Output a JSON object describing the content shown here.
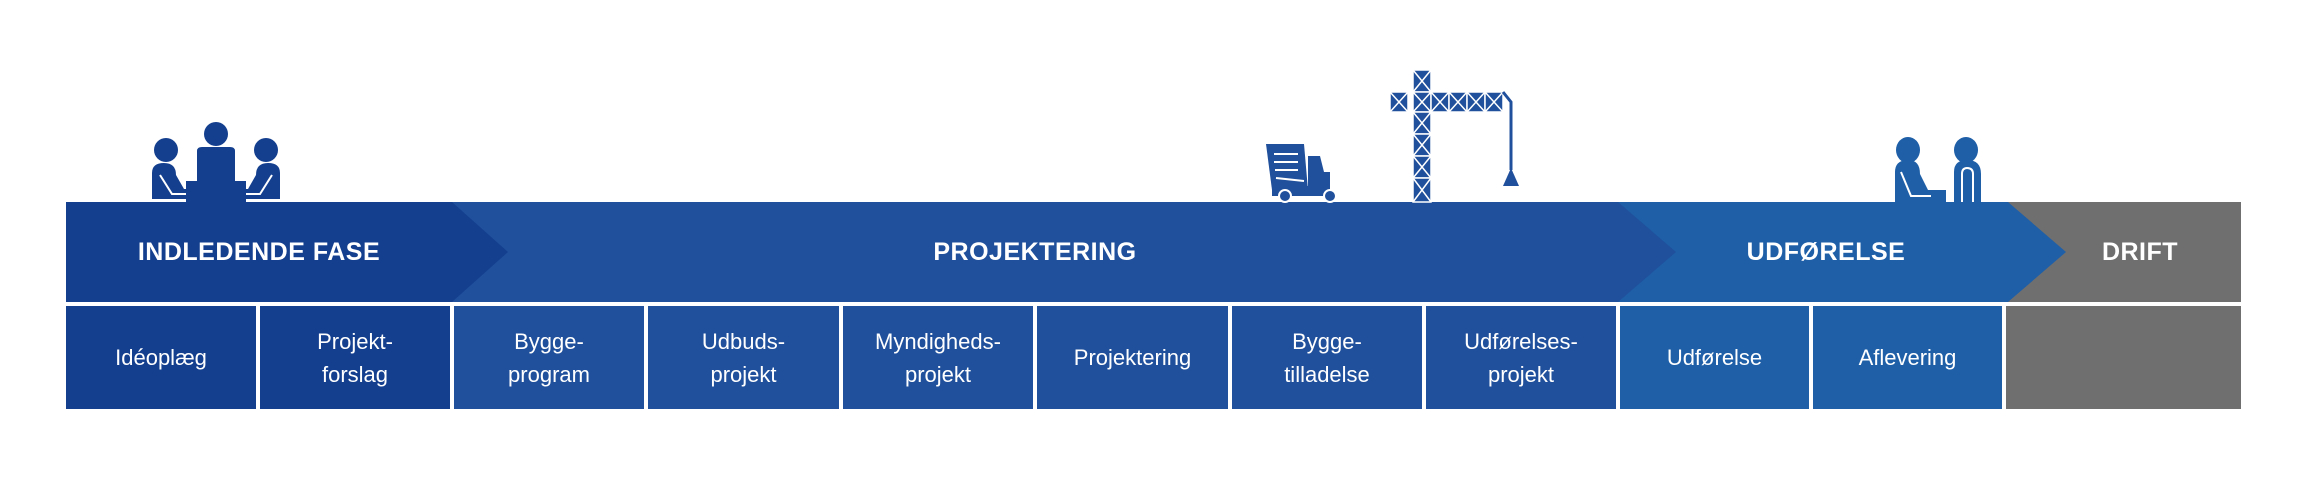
{
  "colors": {
    "dark": "#143f8f",
    "mid": "#20509c",
    "light": "#1e5fa8",
    "gray": "#6f6f6f"
  },
  "phases": [
    {
      "label": "INDLEDENDE FASE"
    },
    {
      "label": "PROJEKTERING"
    },
    {
      "label": "UDFØRELSE"
    },
    {
      "label": "DRIFT"
    }
  ],
  "steps": [
    {
      "label": "Idéoplæg"
    },
    {
      "label": "Projekt-\nforslag"
    },
    {
      "label": "Bygge-\nprogram"
    },
    {
      "label": "Udbuds-\nprojekt"
    },
    {
      "label": "Myndigheds-\nprojekt"
    },
    {
      "label": "Projektering"
    },
    {
      "label": "Bygge-\ntilladelse"
    },
    {
      "label": "Udførelses-\nprojekt"
    },
    {
      "label": "Udførelse"
    },
    {
      "label": "Aflevering"
    },
    {
      "label": ""
    }
  ],
  "icons": [
    "meeting-icon",
    "truck-icon",
    "crane-icon",
    "handshake-icon"
  ]
}
